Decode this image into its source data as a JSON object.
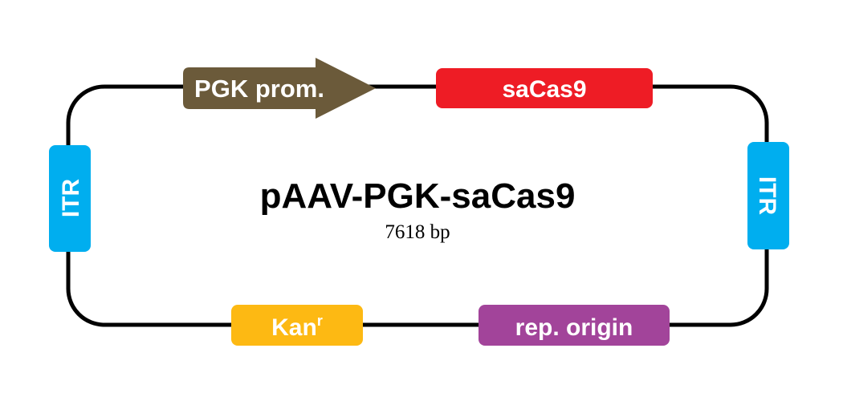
{
  "plasmid": {
    "name": "pAAV-PGK-saCas9",
    "size": "7618 bp"
  },
  "features": {
    "pgk_promoter": {
      "label": "PGK prom.",
      "color": "#6b5a3a"
    },
    "sacas9": {
      "label": "saCas9",
      "color": "#ee1c25"
    },
    "itr_left": {
      "label": "ITR",
      "color": "#00aeef"
    },
    "itr_right": {
      "label": "ITR",
      "color": "#00aeef"
    },
    "kanr": {
      "label": "Kan",
      "superscript": "r",
      "color": "#fdb913"
    },
    "rep_origin": {
      "label": "rep. origin",
      "color": "#a2449a"
    }
  },
  "colors": {
    "backbone": "#000000",
    "background": "#ffffff"
  }
}
